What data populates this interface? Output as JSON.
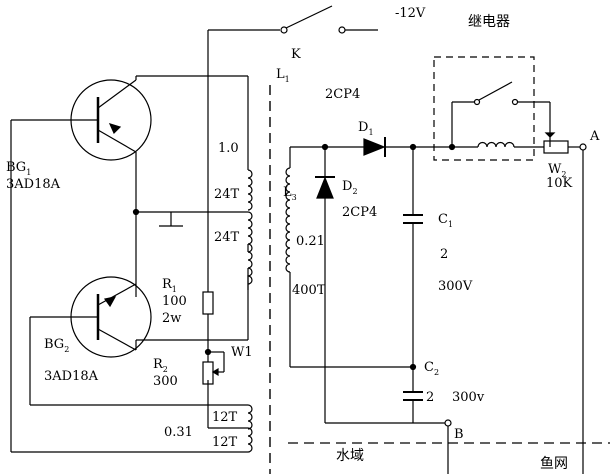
{
  "supply": {
    "voltage": "-12V",
    "switch": "K"
  },
  "relay": {
    "title": "继电器"
  },
  "transformer": {
    "core_label": "L",
    "core_sub": "1",
    "taps": [
      "1.0",
      "24T",
      "24T",
      "12T",
      "12T"
    ],
    "primary_wire": "0.31",
    "secondary_label": "L",
    "secondary_sub": "3",
    "secondary_wire": "0.21",
    "secondary_turns": "400T"
  },
  "transistors": {
    "bg1_label": "BG",
    "bg1_sub": "1",
    "bg1_model": "3AD18A",
    "bg2_label": "BG",
    "bg2_sub": "2",
    "bg2_model": "3AD18A"
  },
  "resistors": {
    "r1_label": "R",
    "r1_sub": "1",
    "r1_value": "100",
    "r1_power": "2w",
    "r2_label": "R",
    "r2_sub": "2",
    "r2_value": "300",
    "w1_label": "W1",
    "w2_label": "W",
    "w2_sub": "2",
    "w2_value": "10K"
  },
  "diodes": {
    "type_top": "2CP4",
    "d1_label": "D",
    "d1_sub": "1",
    "d2_label": "D",
    "d2_sub": "2",
    "d2_type": "2CP4"
  },
  "capacitors": {
    "c1_label": "C",
    "c1_sub": "1",
    "c1_value": "2",
    "c1_voltage": "300V",
    "c2_label": "C",
    "c2_sub": "2",
    "c2_value": "2",
    "c2_voltage": "300v"
  },
  "terminals": {
    "a": "A",
    "b": "B"
  },
  "areas": {
    "water": "水域",
    "net": "鱼网"
  }
}
